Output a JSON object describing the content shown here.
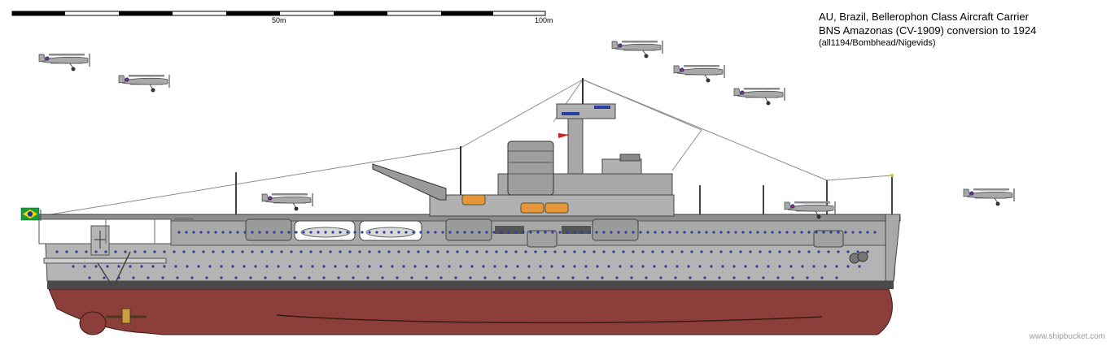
{
  "scale_bar": {
    "mid_label": "50m",
    "end_label": "100m"
  },
  "title": {
    "line1": "AU, Brazil, Bellerophon Class Aircraft Carrier",
    "line2": "BNS Amazonas (CV-1909) conversion to 1924",
    "credits": "(all1194/Bombhead/Nigevids)"
  },
  "watermark": "www.shipbucket.com",
  "colors": {
    "hull_grey": "#b4b4b4",
    "hull_red": "#8c3e3a",
    "deck_dark": "#555555",
    "porthole_blue": "#2a3f9e",
    "flag_green": "#1f9a3a",
    "flag_yellow": "#f3d416",
    "flag_blue": "#1b3a8c",
    "roundel_red": "#cc2222"
  },
  "icons": {
    "flag": "brazil-flag-icon",
    "aircraft": "biplane-icon"
  }
}
